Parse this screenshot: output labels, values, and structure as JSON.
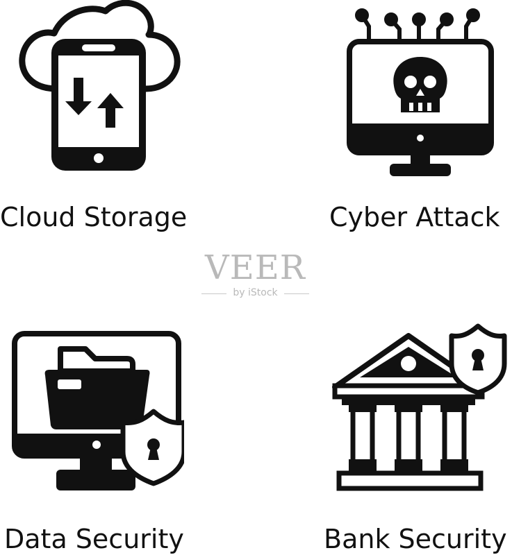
{
  "icons": [
    {
      "label": "Cloud Storage",
      "icon": "cloud-storage-icon"
    },
    {
      "label": "Cyber Attack",
      "icon": "cyber-attack-icon"
    },
    {
      "label": "Data Security",
      "icon": "data-security-icon"
    },
    {
      "label": "Bank Security",
      "icon": "bank-security-icon"
    }
  ],
  "watermark": {
    "brand": "VEER",
    "sub": "by iStock"
  },
  "colors": {
    "ink": "#111111",
    "watermark": "#b9b9b9",
    "background": "#ffffff"
  }
}
